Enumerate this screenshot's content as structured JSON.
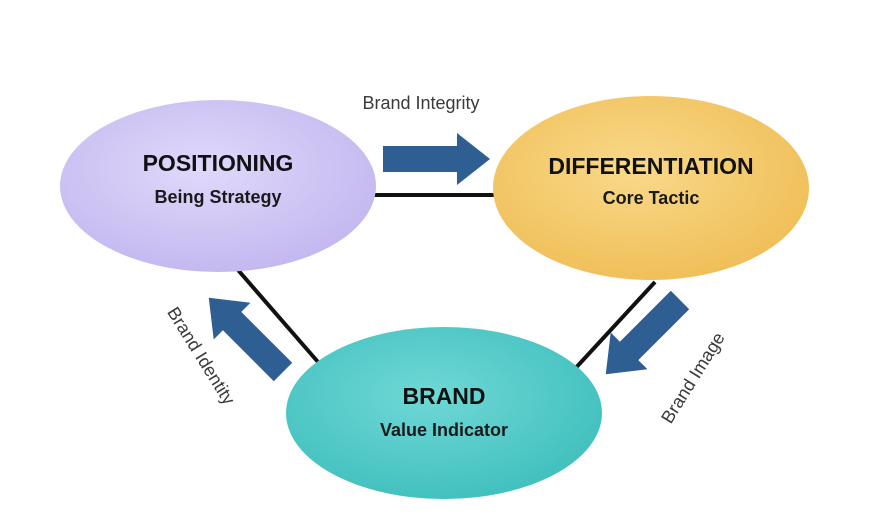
{
  "nodes": {
    "positioning": {
      "title": "POSITIONING",
      "subtitle": "Being Strategy",
      "fill": "#cdc3f3"
    },
    "differentiation": {
      "title": "DIFFERENTIATION",
      "subtitle": "Core Tactic",
      "fill": "#f5c96a"
    },
    "brand": {
      "title": "BRAND",
      "subtitle": "Value Indicator",
      "fill": "#4ccac8"
    }
  },
  "edges": {
    "brand_integrity": {
      "label": "Brand Integrity"
    },
    "brand_image": {
      "label": "Brand Image"
    },
    "brand_identity": {
      "label": "Brand Identity"
    }
  },
  "colors": {
    "arrow": "#2f5e92",
    "connector": "#111111"
  }
}
